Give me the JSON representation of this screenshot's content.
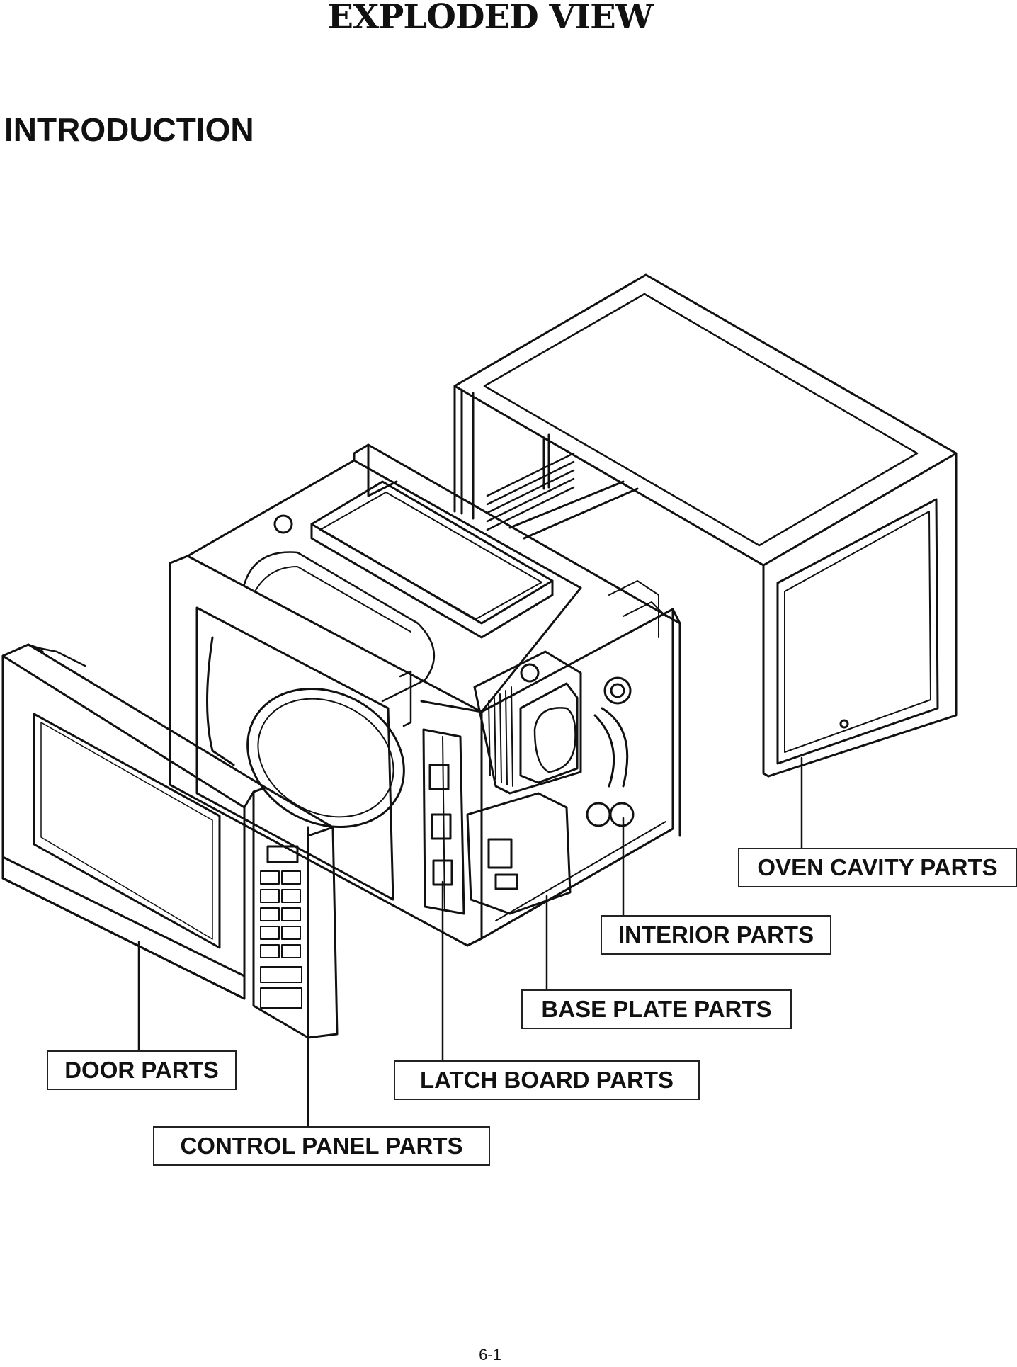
{
  "header": {
    "title": "EXPLODED VIEW",
    "section": "INTRODUCTION"
  },
  "labels": {
    "oven_cavity": "OVEN CAVITY PARTS",
    "interior": "INTERIOR PARTS",
    "base_plate": "BASE PLATE PARTS",
    "door": "DOOR PARTS",
    "latch_board": "LATCH BOARD PARTS",
    "control_panel": "CONTROL PANEL PARTS"
  },
  "footer": {
    "page_number": "6-1"
  }
}
